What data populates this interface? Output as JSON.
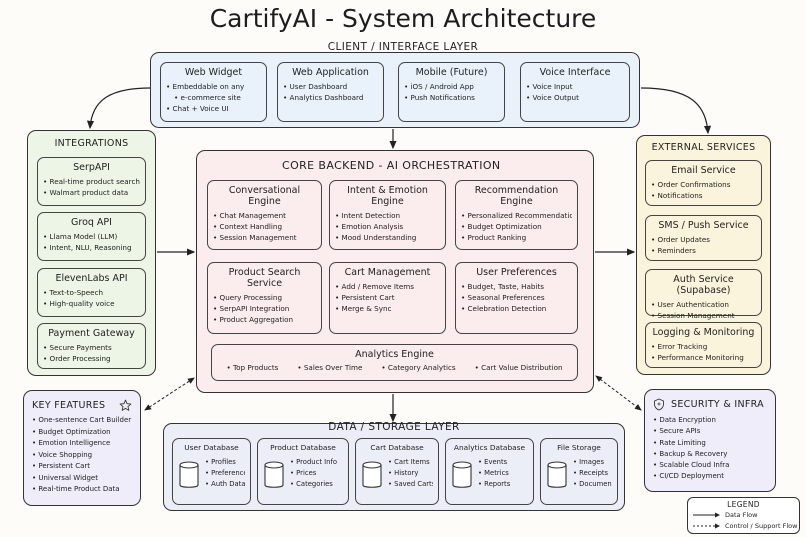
{
  "title": "CartifyAI - System Architecture",
  "client_layer": {
    "label": "CLIENT / INTERFACE LAYER",
    "cards": [
      {
        "title": "Web Widget",
        "items": [
          "Embeddable on any",
          "e-commerce site",
          "Chat + Voice UI"
        ]
      },
      {
        "title": "Web Application",
        "items": [
          "User Dashboard",
          "Analytics Dashboard"
        ]
      },
      {
        "title": "Mobile (Future)",
        "items": [
          "iOS / Android App",
          "Push Notifications"
        ]
      },
      {
        "title": "Voice Interface",
        "items": [
          "Voice Input",
          "Voice Output"
        ]
      }
    ]
  },
  "integrations": {
    "label": "INTEGRATIONS",
    "cards": [
      {
        "title": "SerpAPI",
        "items": [
          "Real-time product search",
          "Walmart product data"
        ]
      },
      {
        "title": "Groq API",
        "items": [
          "Llama Model (LLM)",
          "Intent, NLU, Reasoning"
        ]
      },
      {
        "title": "ElevenLabs API",
        "items": [
          "Text-to-Speech",
          "High-quality voice"
        ]
      },
      {
        "title": "Payment Gateway",
        "items": [
          "Secure Payments",
          "Order Processing"
        ]
      }
    ]
  },
  "core": {
    "label": "CORE BACKEND - AI ORCHESTRATION",
    "cards": [
      {
        "title": "Conversational Engine",
        "items": [
          "Chat Management",
          "Context Handling",
          "Session Management"
        ]
      },
      {
        "title": "Intent & Emotion Engine",
        "items": [
          "Intent Detection",
          "Emotion Analysis",
          "Mood Understanding"
        ]
      },
      {
        "title": "Recommendation Engine",
        "items": [
          "Personalized Recommendations",
          "Budget Optimization",
          "Product Ranking"
        ]
      },
      {
        "title": "Product Search Service",
        "items": [
          "Query Processing",
          "SerpAPI Integration",
          "Product Aggregation"
        ]
      },
      {
        "title": "Cart Management",
        "items": [
          "Add / Remove Items",
          "Persistent Cart",
          "Merge & Sync"
        ]
      },
      {
        "title": "User Preferences",
        "items": [
          "Budget, Taste, Habits",
          "Seasonal Preferences",
          "Celebration Detection"
        ]
      }
    ],
    "analytics": {
      "title": "Analytics Engine",
      "items": [
        "Top Products",
        "Sales Over Time",
        "Category Analytics",
        "Cart Value Distribution"
      ]
    }
  },
  "external": {
    "label": "EXTERNAL SERVICES",
    "cards": [
      {
        "title": "Email Service",
        "items": [
          "Order Confirmations",
          "Notifications"
        ]
      },
      {
        "title": "SMS / Push Service",
        "items": [
          "Order Updates",
          "Reminders"
        ]
      },
      {
        "title": "Auth Service (Supabase)",
        "items": [
          "User Authentication",
          "Session Management"
        ]
      },
      {
        "title": "Logging & Monitoring",
        "items": [
          "Error Tracking",
          "Performance Monitoring"
        ]
      }
    ]
  },
  "key_features": {
    "label": "KEY FEATURES",
    "icon": "star-icon",
    "items": [
      "One-sentence Cart Builder",
      "Budget Optimization",
      "Emotion Intelligence",
      "Voice Shopping",
      "Persistent Cart",
      "Universal Widget",
      "Real-time Product Data"
    ]
  },
  "security": {
    "label": "SECURITY & INFRA",
    "icon": "shield-icon",
    "items": [
      "Data Encryption",
      "Secure APIs",
      "Rate Limiting",
      "Backup & Recovery",
      "Scalable Cloud Infra",
      "CI/CD Deployment"
    ]
  },
  "storage": {
    "label": "DATA / STORAGE LAYER",
    "cards": [
      {
        "title": "User Database",
        "items": [
          "Profiles",
          "Preferences",
          "Auth Data"
        ]
      },
      {
        "title": "Product Database",
        "items": [
          "Product Info",
          "Prices",
          "Categories"
        ]
      },
      {
        "title": "Cart Database",
        "items": [
          "Cart Items",
          "History",
          "Saved Carts"
        ]
      },
      {
        "title": "Analytics Database",
        "items": [
          "Events",
          "Metrics",
          "Reports"
        ]
      },
      {
        "title": "File Storage",
        "items": [
          "Images",
          "Receipts",
          "Documents"
        ]
      }
    ]
  },
  "legend": {
    "title": "LEGEND",
    "data_flow": "Data Flow",
    "control_flow": "Control / Support Flow"
  },
  "colors": {
    "client": "#e9f2fb",
    "integrations": "#edf6e6",
    "external": "#fbf4dc",
    "core": "#fbeced",
    "features": "#efedf9",
    "storage": "#eceef7"
  }
}
